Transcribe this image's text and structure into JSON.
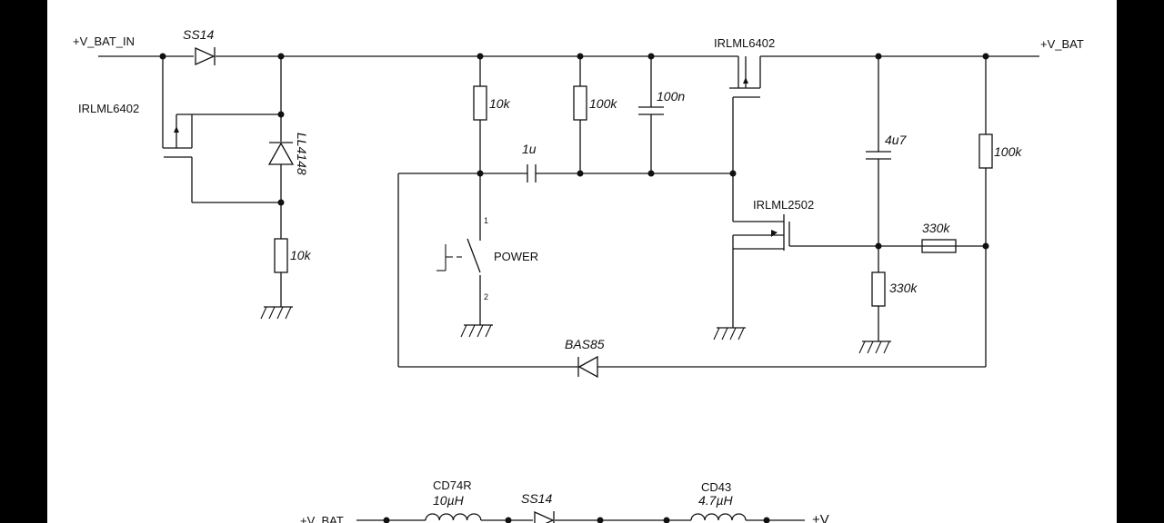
{
  "nets": {
    "vbat_in": "+V_BAT_IN",
    "vbat": "+V_BAT",
    "vbat2": "+V_BAT",
    "vout": "+V"
  },
  "components": {
    "d_ss14_top": "SS14",
    "q_left": "IRLML6402",
    "d_ll4148": "LL4148",
    "r_left": "10k",
    "r_pull": "10k",
    "c_1u": "1u",
    "r_100k_a": "100k",
    "c_100n": "100n",
    "q_top": "IRLML6402",
    "q_n": "IRLML2502",
    "c_4u7": "4u7",
    "r_100k_b": "100k",
    "r_330k_h": "330k",
    "r_330k_v": "330k",
    "sw": "POWER",
    "sw_pin1": "1",
    "sw_pin2": "2",
    "d_bas85": "BAS85",
    "l1_part": "CD74R",
    "l1_val": "10µH",
    "d_ss14_bot": "SS14",
    "l2_part": "CD43",
    "l2_val": "4.7µH"
  }
}
